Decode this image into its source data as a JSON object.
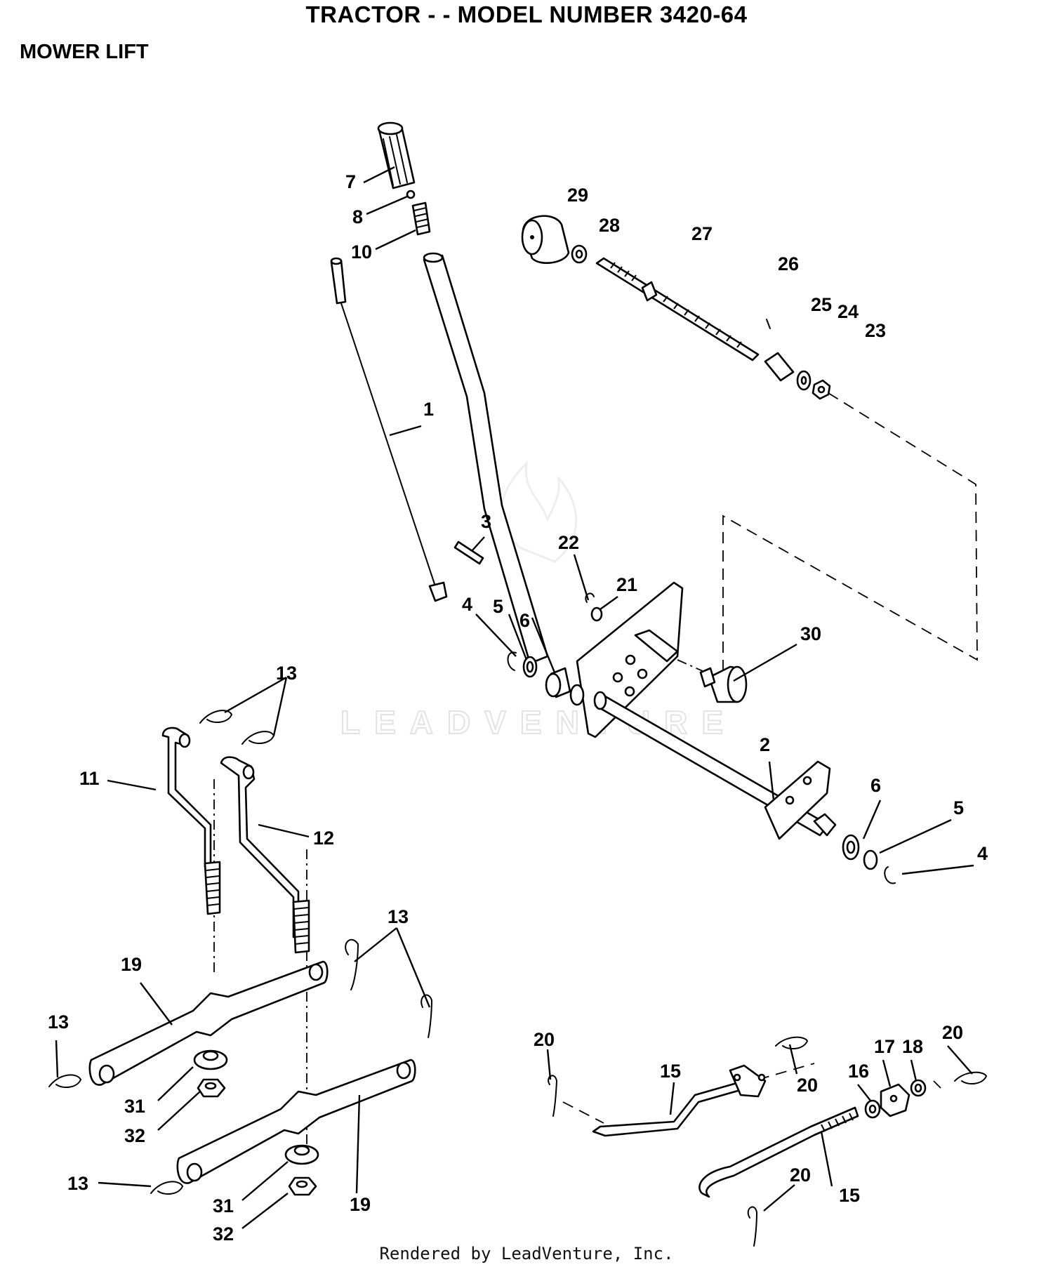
{
  "header": {
    "title": "TRACTOR - - MODEL NUMBER 3420-64",
    "section": "MOWER LIFT"
  },
  "watermark": "LEADVENTURE",
  "footer": "Rendered by LeadVenture, Inc.",
  "callouts": [
    "1",
    "2",
    "3",
    "4",
    "5",
    "6",
    "7",
    "8",
    "10",
    "11",
    "12",
    "13",
    "15",
    "16",
    "17",
    "18",
    "19",
    "20",
    "21",
    "22",
    "23",
    "24",
    "25",
    "26",
    "27",
    "28",
    "29",
    "30",
    "31",
    "32"
  ]
}
